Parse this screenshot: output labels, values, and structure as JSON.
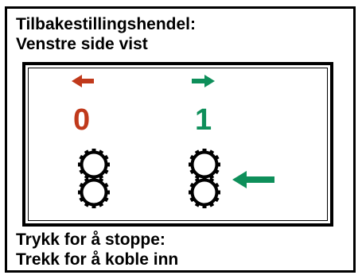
{
  "header": {
    "line1": "Tilbakestillingshendel:",
    "line2": "Venstre side vist"
  },
  "positions": {
    "left_label": "0",
    "right_label": "1"
  },
  "footer": {
    "line1": "Trykk for å stoppe:",
    "line2": "Trekk for å koble inn"
  },
  "colors": {
    "left_arrow": "#c0391b",
    "left_number": "#c0391b",
    "right_arrow": "#0e8f5a",
    "right_number": "#0e8f5a",
    "indicator_arrow": "#0e8f5a"
  },
  "icons": {
    "left_arrow": "arrow-left-icon",
    "right_arrow": "arrow-right-icon",
    "gears": "gear-pair-icon",
    "indicator": "arrow-left-icon"
  }
}
